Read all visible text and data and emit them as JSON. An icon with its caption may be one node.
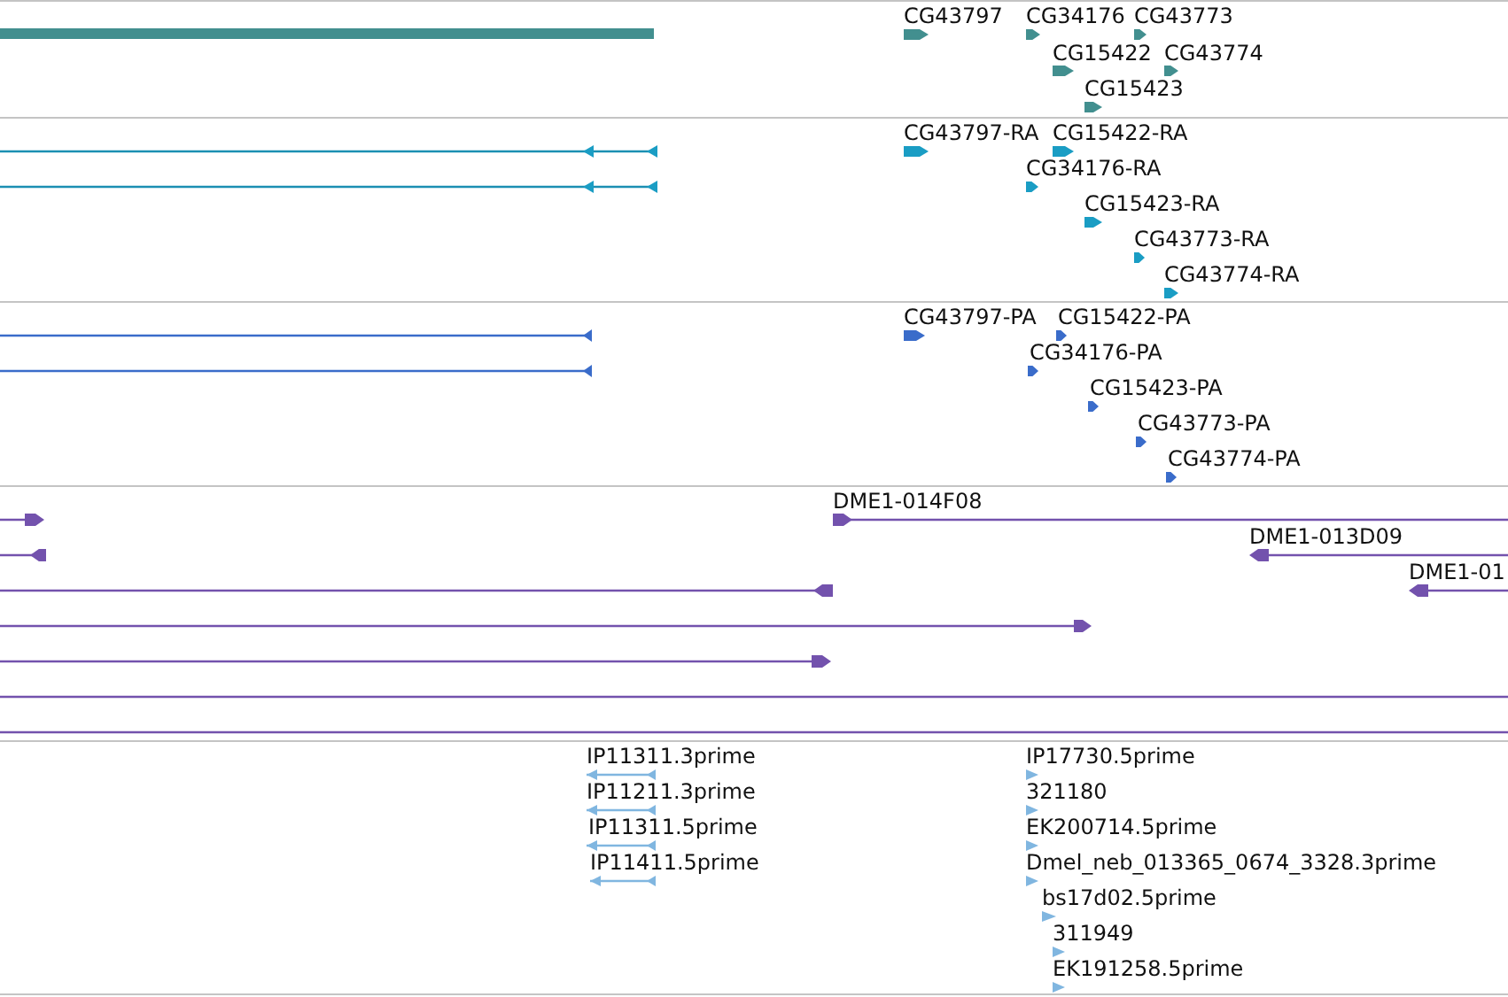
{
  "diagram": {
    "labels": [
      "CG43797",
      "CG34176",
      "CG43773",
      "CG15422",
      "CG43774",
      "CG15423",
      "CG43797-RA",
      "CG15422-RA",
      "CG34176-RA",
      "CG15423-RA",
      "CG43773-RA",
      "CG43774-RA",
      "CG43797-PA",
      "CG15422-PA",
      "CG34176-PA",
      "CG15423-PA",
      "CG43773-PA",
      "CG43774-PA",
      "DME1-014F08",
      "DME1-013D09",
      "DME1-01",
      "IP11311.3prime",
      "IP17730.5prime",
      "IP11211.3prime",
      "321180",
      "IP11311.5prime",
      "EK200714.5prime",
      "IP11411.5prime",
      "Dmel_neb_013365_0674_3328.3prime",
      "bs17d02.5prime",
      "311949",
      "EK191258.5prime"
    ]
  }
}
